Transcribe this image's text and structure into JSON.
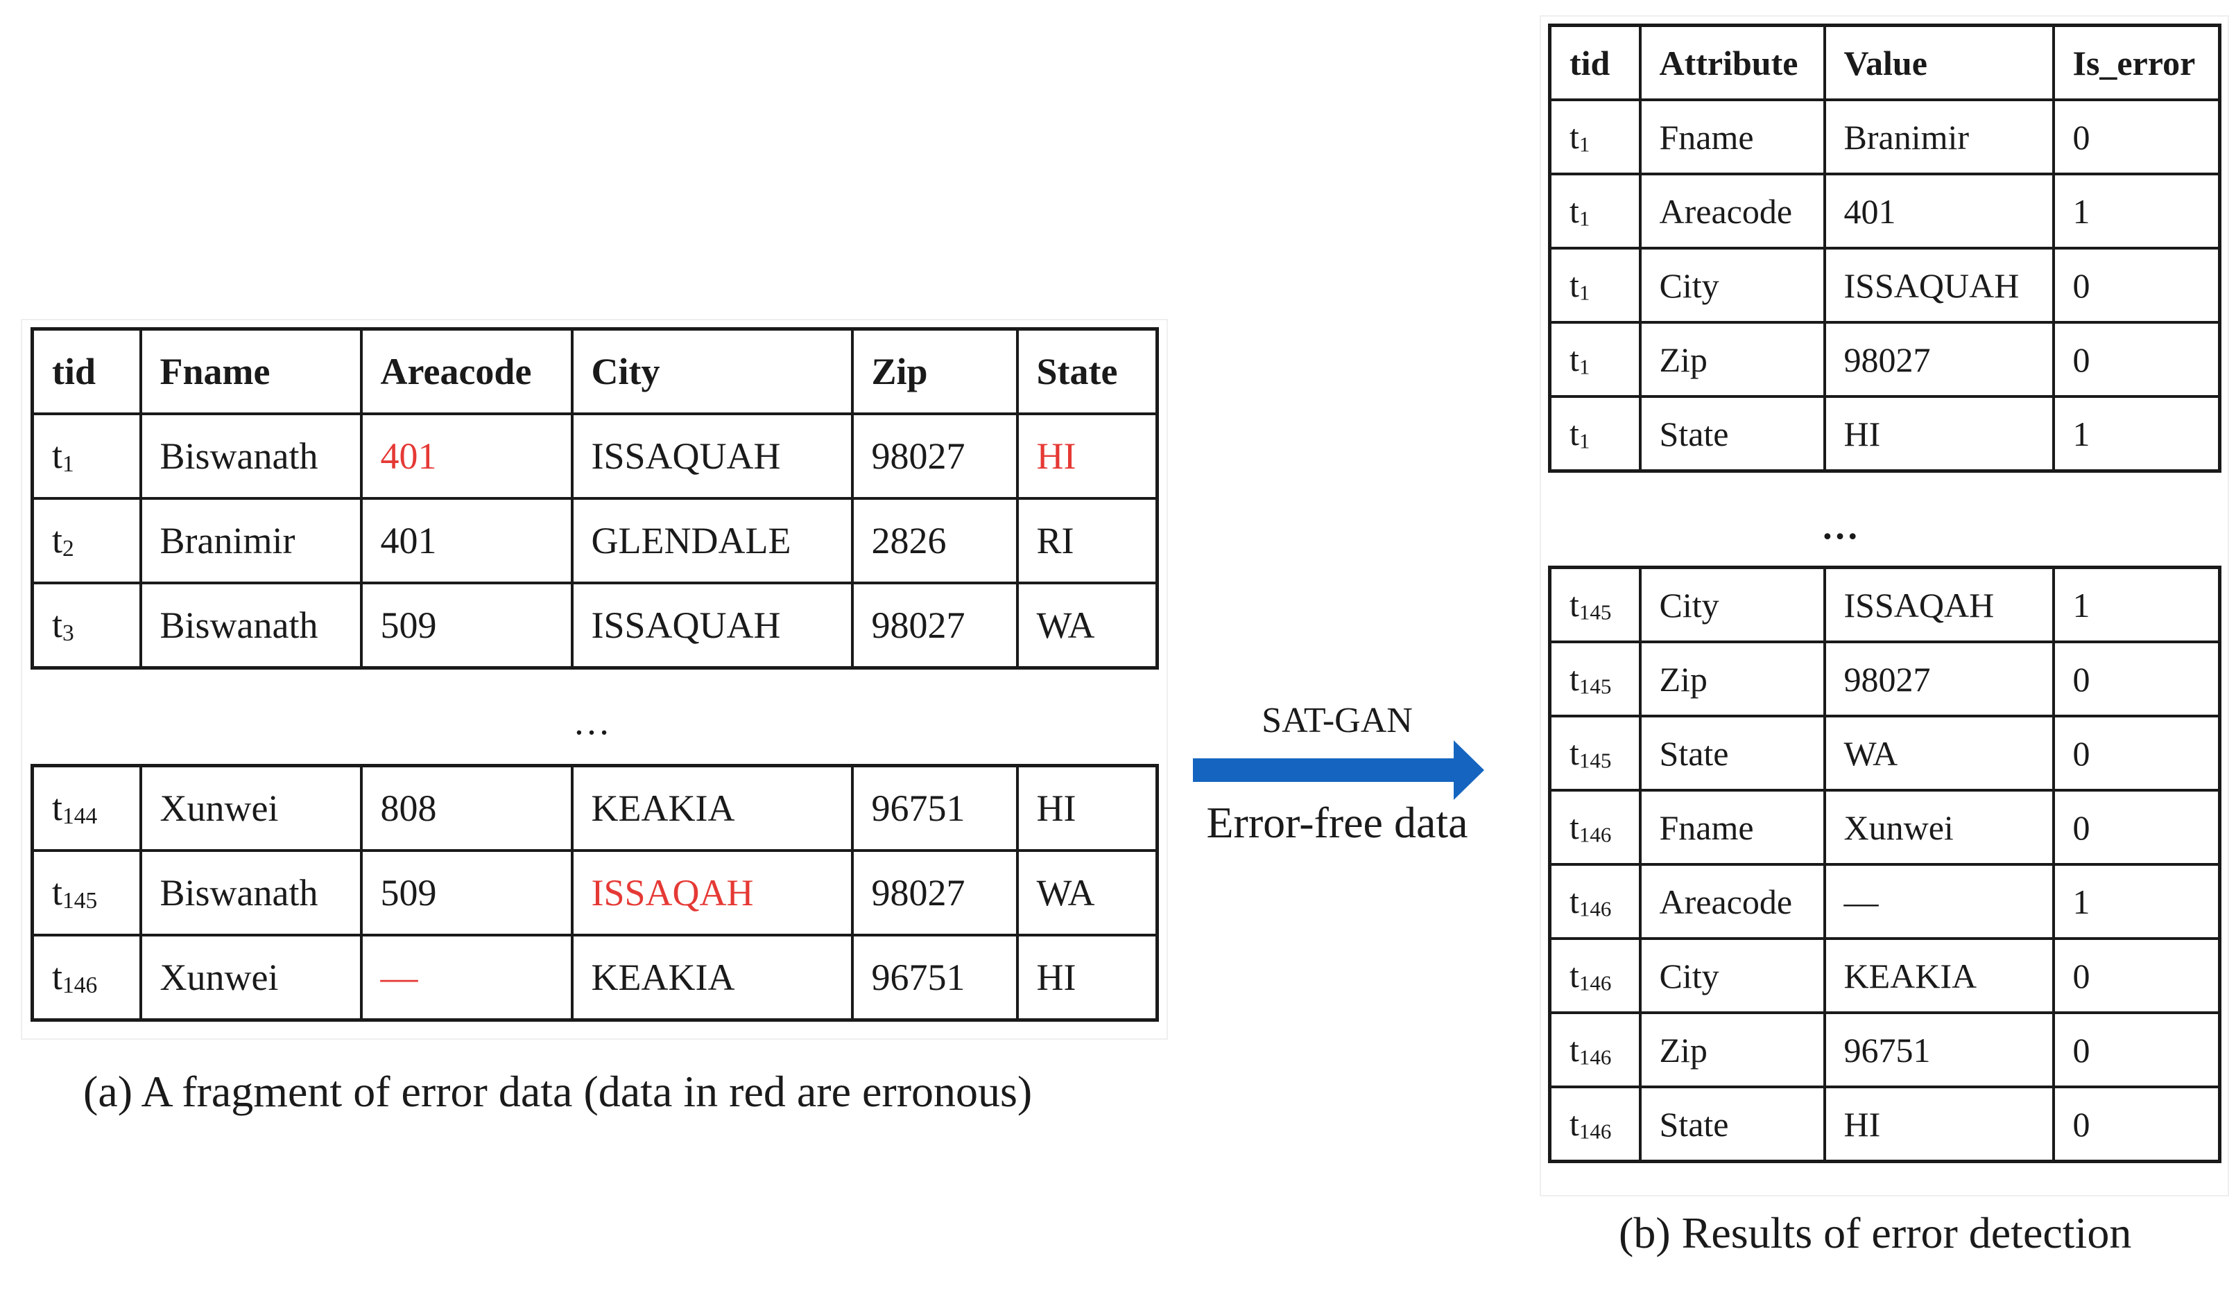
{
  "left_table": {
    "headers": [
      "tid",
      "Fname",
      "Areacode",
      "City",
      "Zip",
      "State"
    ],
    "rows_top": [
      {
        "tid": "t",
        "tid_sub": "1",
        "fname": "Biswanath",
        "areacode": "401",
        "city": "ISSAQUAH",
        "zip": "98027",
        "state": "HI"
      },
      {
        "tid": "t",
        "tid_sub": "2",
        "fname": "Branimir",
        "areacode": "401",
        "city": "GLENDALE",
        "zip": "2826",
        "state": "RI"
      },
      {
        "tid": "t",
        "tid_sub": "3",
        "fname": "Biswanath",
        "areacode": "509",
        "city": "ISSAQUAH",
        "zip": "98027",
        "state": "WA"
      }
    ],
    "ellipsis": "…",
    "rows_bottom": [
      {
        "tid": "t",
        "tid_sub": "144",
        "fname": "Xunwei",
        "areacode": "808",
        "city": "KEAKIA",
        "zip": "96751",
        "state": "HI"
      },
      {
        "tid": "t",
        "tid_sub": "145",
        "fname": "Biswanath",
        "areacode": "509",
        "city": "ISSAQAH",
        "zip": "98027",
        "state": "WA"
      },
      {
        "tid": "t",
        "tid_sub": "146",
        "fname": "Xunwei",
        "areacode": "—",
        "city": "KEAKIA",
        "zip": "96751",
        "state": "HI"
      }
    ],
    "caption": "(a) A fragment of error data (data in red are erronous)"
  },
  "arrow": {
    "top_label": "SAT-GAN",
    "bottom_label": "Error-free data",
    "color": "#1565c0"
  },
  "right_table": {
    "headers": [
      "tid",
      "Attribute",
      "Value",
      "Is_error"
    ],
    "rows_top": [
      {
        "tid": "t",
        "tid_sub": "1",
        "attribute": "Fname",
        "value": "Branimir",
        "is_error": "0"
      },
      {
        "tid": "t",
        "tid_sub": "1",
        "attribute": "Areacode",
        "value": "401",
        "is_error": "1"
      },
      {
        "tid": "t",
        "tid_sub": "1",
        "attribute": "City",
        "value": "ISSAQUAH",
        "is_error": "0"
      },
      {
        "tid": "t",
        "tid_sub": "1",
        "attribute": "Zip",
        "value": "98027",
        "is_error": "0"
      },
      {
        "tid": "t",
        "tid_sub": "1",
        "attribute": "State",
        "value": "HI",
        "is_error": "1"
      }
    ],
    "ellipsis": "…",
    "rows_bottom": [
      {
        "tid": "t",
        "tid_sub": "145",
        "attribute": "City",
        "value": "ISSAQAH",
        "is_error": "1"
      },
      {
        "tid": "t",
        "tid_sub": "145",
        "attribute": "Zip",
        "value": "98027",
        "is_error": "0"
      },
      {
        "tid": "t",
        "tid_sub": "145",
        "attribute": "State",
        "value": "WA",
        "is_error": "0"
      },
      {
        "tid": "t",
        "tid_sub": "146",
        "attribute": "Fname",
        "value": "Xunwei",
        "is_error": "0"
      },
      {
        "tid": "t",
        "tid_sub": "146",
        "attribute": "Areacode",
        "value": "—",
        "is_error": "1"
      },
      {
        "tid": "t",
        "tid_sub": "146",
        "attribute": "City",
        "value": "KEAKIA",
        "is_error": "0"
      },
      {
        "tid": "t",
        "tid_sub": "146",
        "attribute": "Zip",
        "value": "96751",
        "is_error": "0"
      },
      {
        "tid": "t",
        "tid_sub": "146",
        "attribute": "State",
        "value": "HI",
        "is_error": "0"
      }
    ],
    "caption": "(b) Results of error detection"
  },
  "colors": {
    "error_text": "#e53935",
    "border": "#1a1a1a"
  }
}
